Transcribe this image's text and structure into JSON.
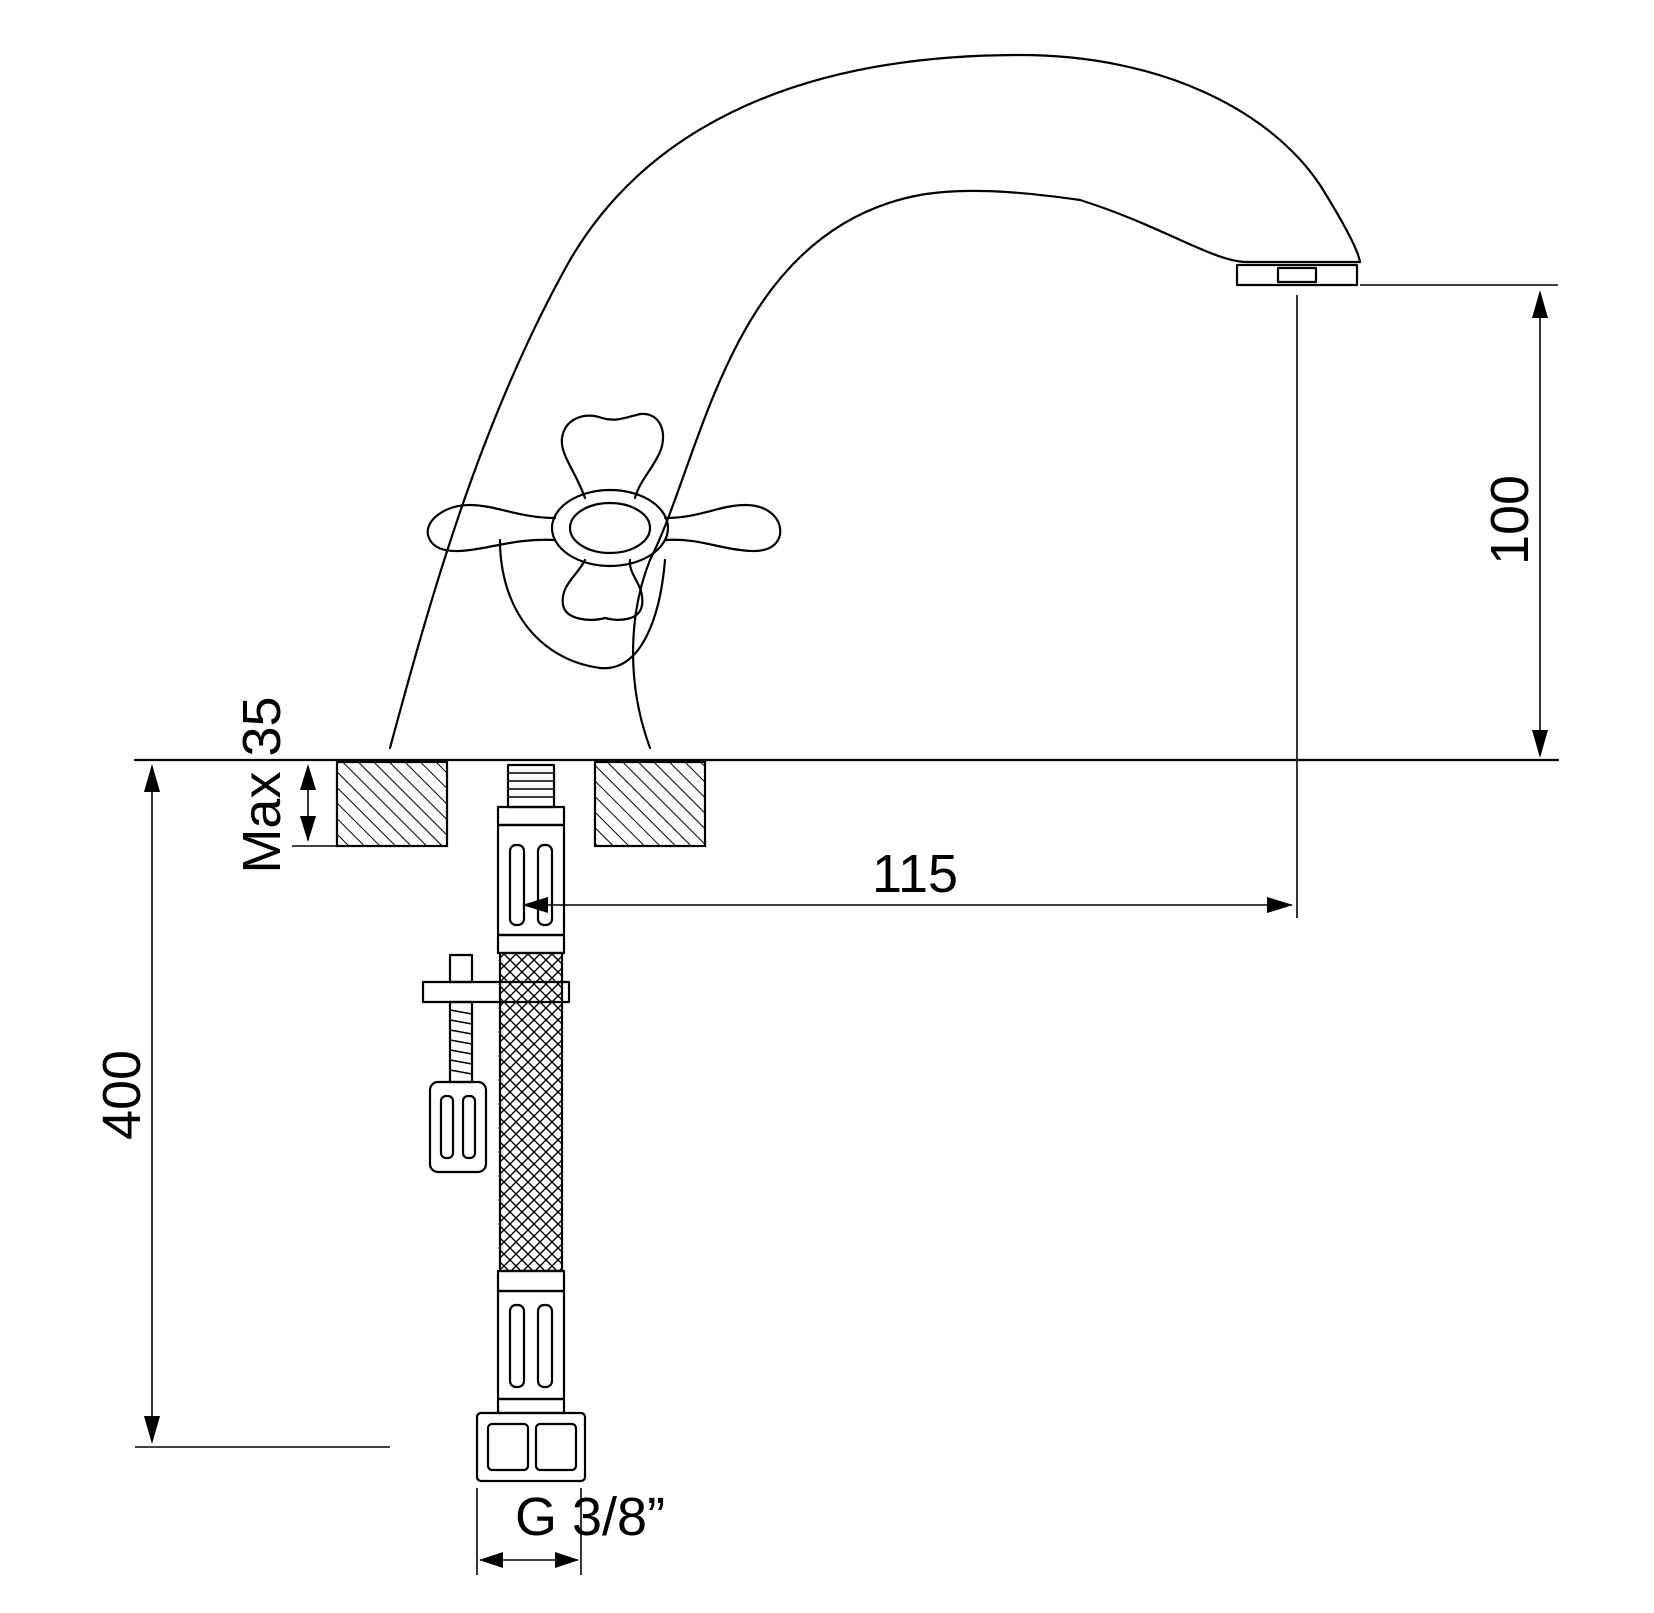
{
  "drawing": {
    "type": "faucet technical drawing",
    "dimensions": {
      "spout_height": "100",
      "spout_reach": "115",
      "deck_thickness": "Max 35",
      "hose_length": "400",
      "connection_thread": "G 3/8”"
    },
    "colors": {
      "line": "#000000",
      "background": "#ffffff"
    }
  }
}
